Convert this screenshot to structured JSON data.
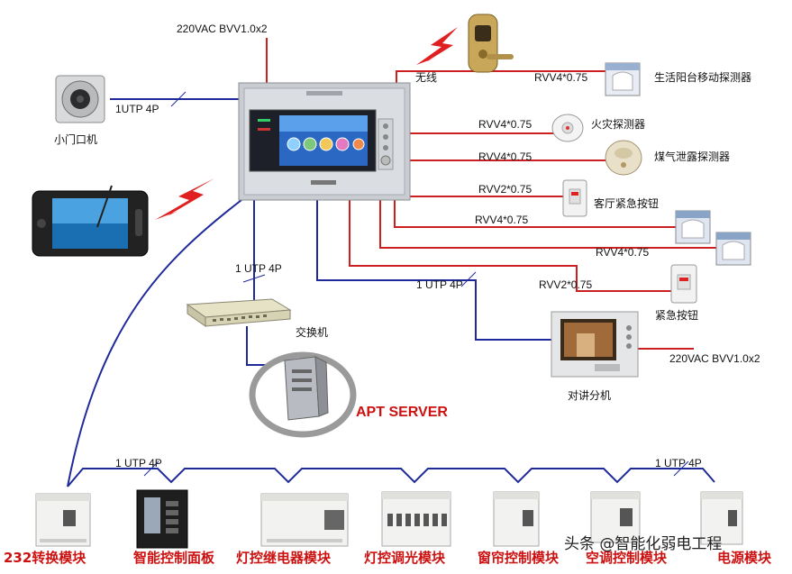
{
  "colors": {
    "red_wire": "#cc1f1f",
    "blue_wire": "#1f2a9a",
    "lightning": "#e02020",
    "module_label": "#cc1111"
  },
  "labels": {
    "power_top": "220VAC BVV1.0x2",
    "wireless": "无线",
    "door_station": "小门口机",
    "utp_door": "1UTP 4P",
    "utp_switch": "1 UTP 4P",
    "utp_intercom": "1 UTP 4P",
    "switch": "交换机",
    "server": "APT SERVER",
    "intercom": "对讲分机",
    "power_intercom": "220VAC BVV1.0x2",
    "bus_left": "1 UTP 4P",
    "bus_right": "1 UTP 4P",
    "watermark": "头条 @智能化弱电工程"
  },
  "sensors": [
    {
      "cable": "RVV4*0.75",
      "name": "生活阳台移动探测器",
      "icon": "pir-motion-sensor-icon"
    },
    {
      "cable": "RVV4*0.75",
      "name": "火灾探测器",
      "icon": "smoke-detector-icon"
    },
    {
      "cable": "RVV4*0.75",
      "name": "煤气泄露探测器",
      "icon": "gas-detector-icon"
    },
    {
      "cable": "RVV2*0.75",
      "name": "客厅紧急按钮",
      "icon": "emergency-button-icon"
    },
    {
      "cable": "RVV4*0.75",
      "name": "",
      "icon": "pir-motion-sensor-icon"
    },
    {
      "cable": "RVV4*0.75",
      "name": "",
      "icon": "pir-motion-sensor-icon"
    },
    {
      "cable": "RVV2*0.75",
      "name": "紧急按钮",
      "icon": "emergency-button-icon"
    }
  ],
  "modules": [
    {
      "label": "232转换模块"
    },
    {
      "label": "智能控制面板"
    },
    {
      "label": "灯控继电器模块"
    },
    {
      "label": "灯控调光模块"
    },
    {
      "label": "窗帘控制模块"
    },
    {
      "label": "空调控制模块"
    },
    {
      "label": "电源模块"
    }
  ]
}
